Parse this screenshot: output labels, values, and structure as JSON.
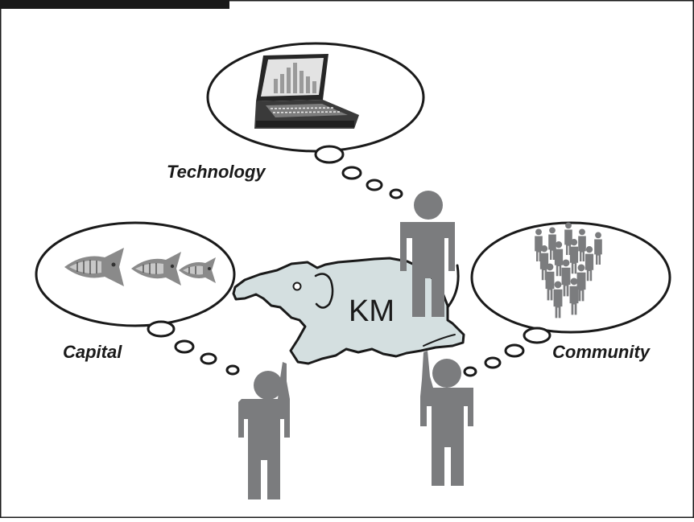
{
  "labels": {
    "technology": "Technology",
    "capital": "Capital",
    "community": "Community",
    "center": "KM"
  },
  "colors": {
    "figure": "#7b7c7e",
    "elephant_fill": "#d4dfe0",
    "outline": "#1a1a1a"
  },
  "icons": {
    "technology": "laptop-with-chart-icon",
    "capital": "fish-chain-icon",
    "community": "crowd-icon",
    "center": "elephant-icon"
  }
}
